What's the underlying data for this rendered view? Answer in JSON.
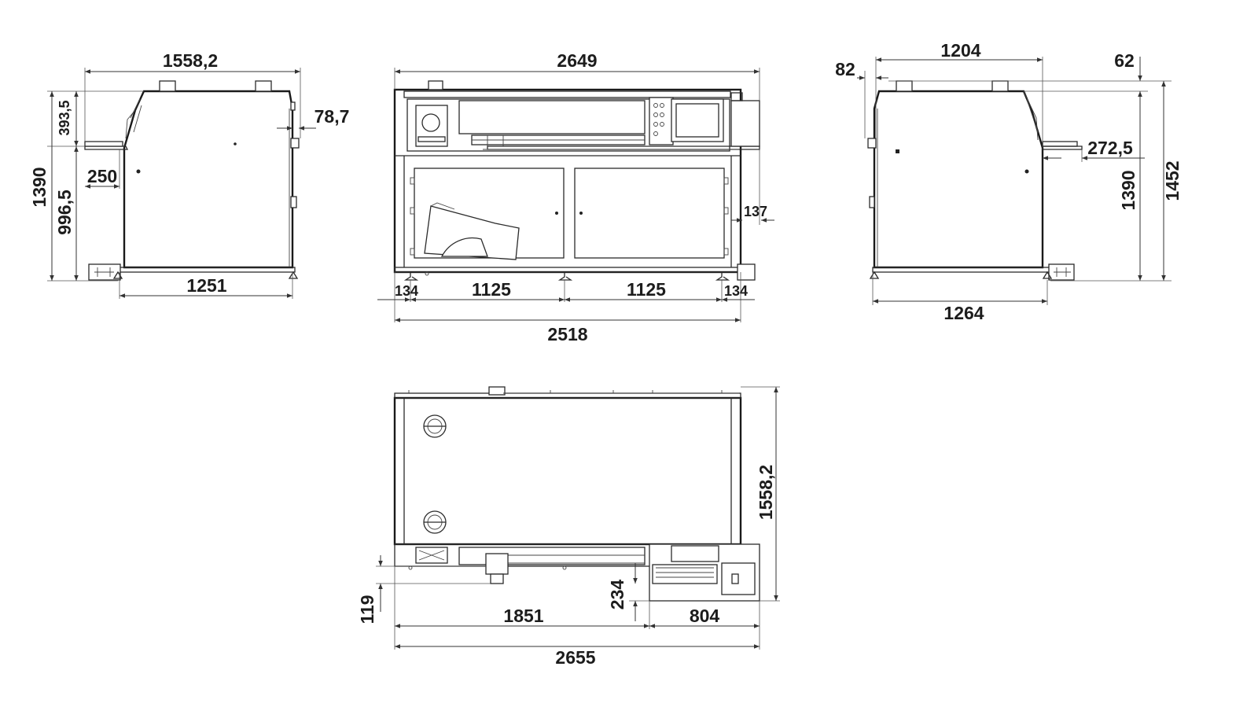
{
  "views": {
    "side_left": {
      "dims": {
        "overall_depth": "1558,2",
        "top_section": "393,5",
        "total_height": "1390",
        "lower_section": "996,5",
        "shelf": "250",
        "offset": "78,7",
        "base": "1251"
      }
    },
    "front": {
      "dims": {
        "overall_width": "2649",
        "side_offset": "137",
        "left_margin": "134",
        "left_span": "1125",
        "right_span": "1125",
        "right_margin": "134",
        "base_width": "2518"
      }
    },
    "side_right": {
      "dims": {
        "width": "1204",
        "left_offset": "82",
        "right_offset": "62",
        "shelf": "272,5",
        "height": "1390",
        "total_height": "1452",
        "base": "1264"
      }
    },
    "top": {
      "dims": {
        "depth": "1558,2",
        "left_offset": "119",
        "right_offset": "234",
        "length": "1851",
        "extension": "804",
        "overall_length": "2655"
      }
    }
  }
}
